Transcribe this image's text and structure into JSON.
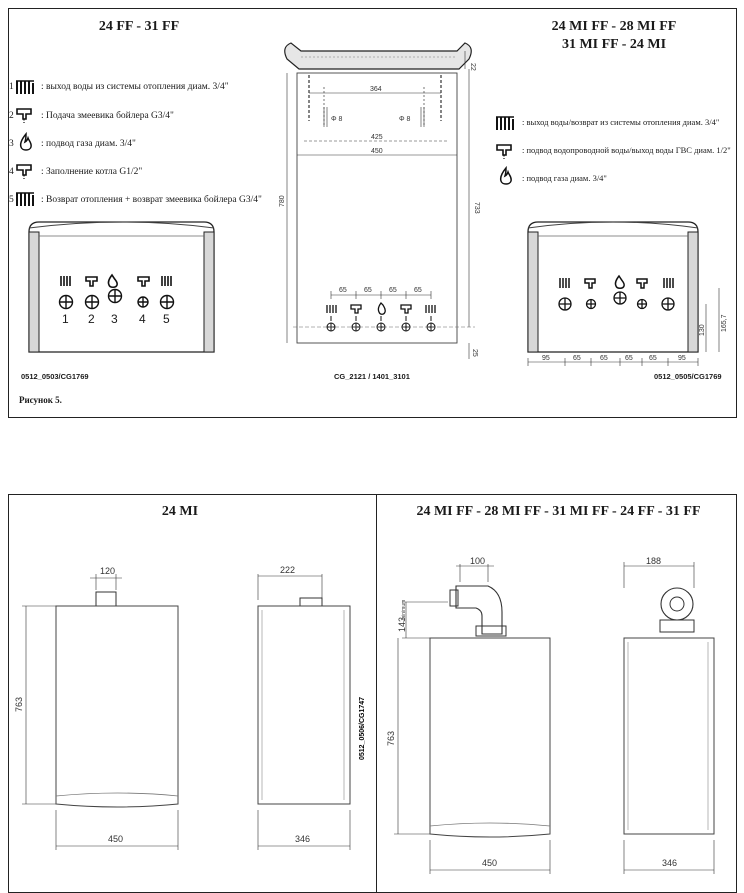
{
  "top": {
    "left_heading": "24 FF - 31 FF",
    "right_heading_line1": "24 MI FF - 28 MI FF",
    "right_heading_line2": "31 MI FF - 24 MI",
    "left_legend": [
      {
        "num": "1",
        "icon": "radiator-pipe-icon",
        "text": ": выход воды из системы отопления диам. 3/4\""
      },
      {
        "num": "2",
        "icon": "tap-icon",
        "text": ": Подача змеевика бойлера G3/4\""
      },
      {
        "num": "3",
        "icon": "gas-flame-icon",
        "text": ": подвод газа диам. 3/4\""
      },
      {
        "num": "4",
        "icon": "tap-icon",
        "text": ": Заполнение котла G1/2\""
      },
      {
        "num": "5",
        "icon": "radiator-pipe-icon",
        "text": ": Возврат отопления + возврат змеевика бойлера G3/4\""
      }
    ],
    "right_legend": [
      {
        "icon": "radiator-pipe-icon",
        "text": ": выход воды/возврат из системы отопления диам. 3/4\""
      },
      {
        "icon": "tap-icon",
        "text": ": подвод водопроводной воды/выход воды ГВС диам. 1/2\""
      },
      {
        "icon": "gas-flame-icon",
        "text": ": подвод газа диам. 3/4\""
      }
    ],
    "connection_numbers": [
      "1",
      "2",
      "3",
      "4",
      "5"
    ],
    "codes": {
      "left": "0512_0503/CG1769",
      "center": "CG_2121 / 1401_3101",
      "right": "0512_0505/CG1769"
    },
    "figure_caption": "Рисунок 5.",
    "template_dims": {
      "d22": "22",
      "d364": "364",
      "phi_left": "Φ 8",
      "phi_right": "Φ 8",
      "d425": "425",
      "d450": "450",
      "d780": "780",
      "d733": "733",
      "d65": [
        "65",
        "65",
        "65",
        "65"
      ],
      "d25": "25"
    },
    "right_dims": {
      "bottom": [
        "95",
        "65",
        "65",
        "65",
        "65",
        "95"
      ],
      "d130": "130",
      "d1657": "165,7"
    }
  },
  "bottom": {
    "left_heading": "24 MI",
    "right_heading": "24 MI FF - 28 MI FF - 31 MI FF - 24 FF - 31 FF",
    "left_dims": {
      "flue_front": "120",
      "flue_side": "222",
      "height": "763",
      "width": "450",
      "depth": "346"
    },
    "right_dims": {
      "flue_front": "100",
      "flue_side": "188",
      "flue_height": "143",
      "flue_height_unit": "minimum",
      "height": "763",
      "width": "450",
      "depth": "346"
    },
    "code_vertical": "0512_0506/CG1747"
  }
}
